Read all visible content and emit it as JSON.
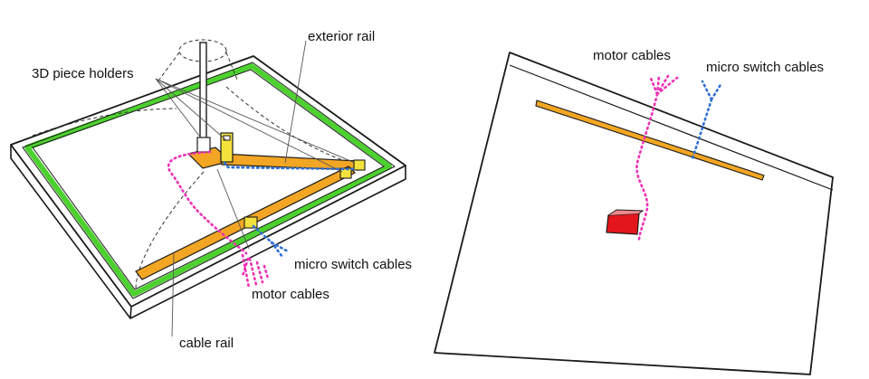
{
  "labels": {
    "piece_holders": "3D piece holders",
    "exterior_rail": "exterior rail",
    "micro_switch_left": "micro switch cables",
    "motor_left": "motor cables",
    "cable_rail": "cable rail",
    "motor_right": "motor cables",
    "micro_switch_right": "micro switch cables"
  },
  "colors": {
    "ink": "#1a1a1a",
    "green_rail": "#4cd12e",
    "orange_rail": "#f2a623",
    "yellow_holder": "#f4e23c",
    "motor_cable": "#ef2fb4",
    "switch_cable": "#2e6fd6",
    "red_block": "#e3161c"
  }
}
